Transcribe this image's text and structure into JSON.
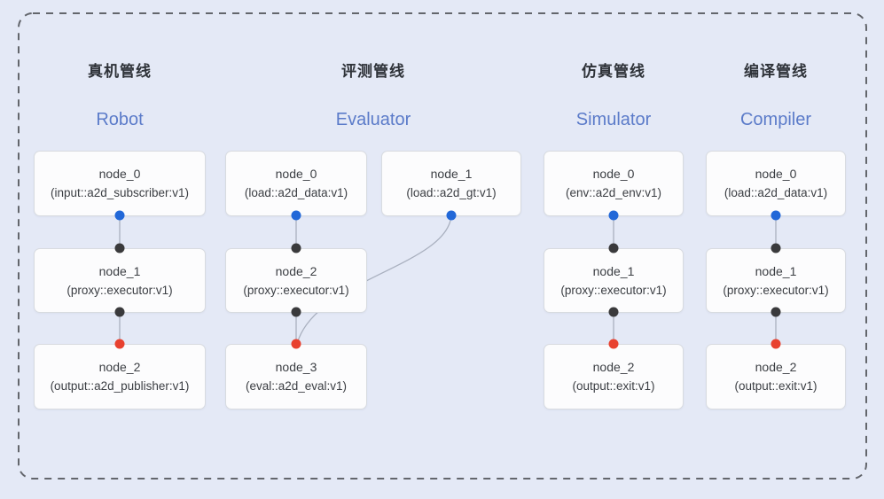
{
  "canvas": {
    "background": "#e4e9f6",
    "dashed_border_color": "#63666c"
  },
  "colors": {
    "output_port_blue": "#2268d8",
    "port_black": "#3a3a3c",
    "input_port_red": "#e8412f",
    "edge_line": "#a9b0bf",
    "english_title": "#5b7bc9",
    "chinese_title": "#2e3238",
    "node_background": "#fcfcfd",
    "node_border": "#d8dbe0"
  },
  "pipelines": [
    {
      "title_zh": "真机管线",
      "title_en": "Robot",
      "nodes": [
        {
          "name": "node_0",
          "type": "(input::a2d_subscriber:v1)",
          "out_port": "blue"
        },
        {
          "name": "node_1",
          "type": "(proxy::executor:v1)",
          "in_port": "black",
          "out_port": "black"
        },
        {
          "name": "node_2",
          "type": "(output::a2d_publisher:v1)",
          "in_port": "red"
        }
      ],
      "edges": [
        {
          "from": "node_0",
          "to": "node_1"
        },
        {
          "from": "node_1",
          "to": "node_2"
        }
      ]
    },
    {
      "title_zh": "评测管线",
      "title_en": "Evaluator",
      "nodes": [
        {
          "name": "node_0",
          "type": "(load::a2d_data:v1)",
          "out_port": "blue"
        },
        {
          "name": "node_1",
          "type": "(load::a2d_gt:v1)",
          "out_port": "blue"
        },
        {
          "name": "node_2",
          "type": "(proxy::executor:v1)",
          "in_port": "black",
          "out_port": "black"
        },
        {
          "name": "node_3",
          "type": "(eval::a2d_eval:v1)",
          "in_port": "red"
        }
      ],
      "edges": [
        {
          "from": "node_0",
          "to": "node_2"
        },
        {
          "from": "node_2",
          "to": "node_3"
        },
        {
          "from": "node_1",
          "to": "node_3"
        }
      ]
    },
    {
      "title_zh": "仿真管线",
      "title_en": "Simulator",
      "nodes": [
        {
          "name": "node_0",
          "type": "(env::a2d_env:v1)",
          "out_port": "blue"
        },
        {
          "name": "node_1",
          "type": "(proxy::executor:v1)",
          "in_port": "black",
          "out_port": "black"
        },
        {
          "name": "node_2",
          "type": "(output::exit:v1)",
          "in_port": "red"
        }
      ],
      "edges": [
        {
          "from": "node_0",
          "to": "node_1"
        },
        {
          "from": "node_1",
          "to": "node_2"
        }
      ]
    },
    {
      "title_zh": "编译管线",
      "title_en": "Compiler",
      "nodes": [
        {
          "name": "node_0",
          "type": "(load::a2d_data:v1)",
          "out_port": "blue"
        },
        {
          "name": "node_1",
          "type": "(proxy::executor:v1)",
          "in_port": "black",
          "out_port": "black"
        },
        {
          "name": "node_2",
          "type": "(output::exit:v1)",
          "in_port": "red"
        }
      ],
      "edges": [
        {
          "from": "node_0",
          "to": "node_1"
        },
        {
          "from": "node_1",
          "to": "node_2"
        }
      ]
    }
  ]
}
